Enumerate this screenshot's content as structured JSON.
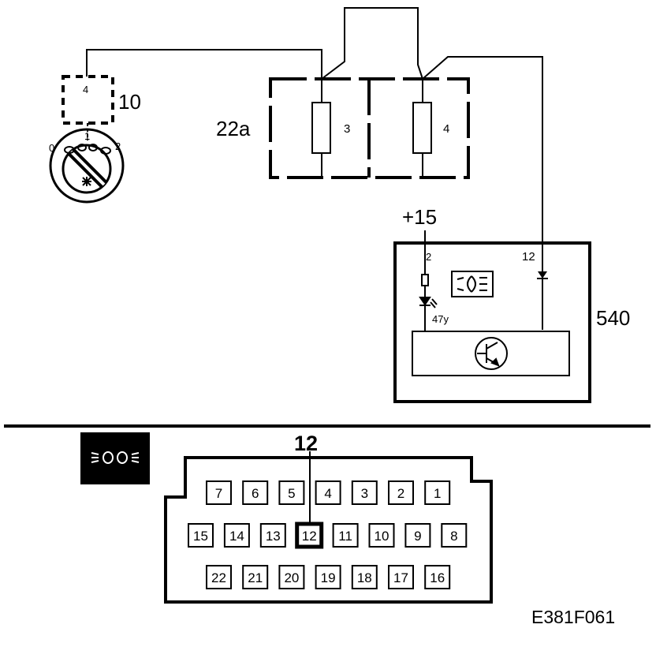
{
  "diagram": {
    "switch": {
      "ref": "10",
      "pin": "4",
      "positions": [
        "0",
        "1",
        "2"
      ]
    },
    "fusebox": {
      "ref": "22a",
      "fuses": [
        "3",
        "4"
      ]
    },
    "module": {
      "ref": "540",
      "supply": "+15",
      "pin_supply": "2",
      "pin_input": "12",
      "led_label": "47y"
    },
    "connector": {
      "highlight": "12",
      "rows": [
        [
          "7",
          "6",
          "5",
          "4",
          "3",
          "2",
          "1"
        ],
        [
          "15",
          "14",
          "13",
          "12",
          "11",
          "10",
          "9",
          "8"
        ],
        [
          "22",
          "21",
          "20",
          "19",
          "18",
          "17",
          "16"
        ]
      ]
    },
    "figure_code": "E381F061",
    "colors": {
      "ink": "#000000",
      "paper": "#ffffff"
    }
  }
}
